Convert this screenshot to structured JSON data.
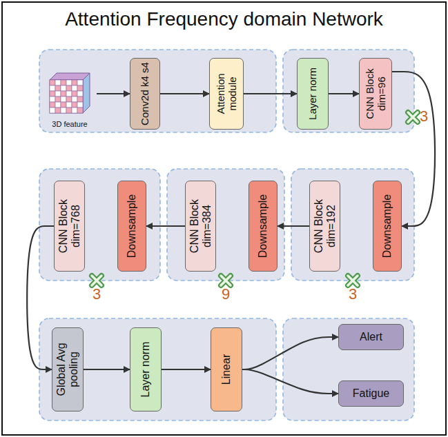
{
  "diagram": {
    "title": "Attention Frequency domain Network",
    "nodes": [
      {
        "text": [
          "3D feature"
        ]
      },
      {
        "text": [
          "Conv2d k4 s4"
        ]
      },
      {
        "text": [
          "Attention module"
        ]
      },
      {
        "text": [
          "Layer norm"
        ]
      },
      {
        "text": [
          "CNN Block dim=96"
        ]
      },
      {
        "text": [
          "Downsample"
        ]
      },
      {
        "text": [
          "CNN Block dim=192"
        ]
      },
      {
        "text": [
          "Downsample"
        ]
      },
      {
        "text": [
          "CNN Block dim=384"
        ]
      },
      {
        "text": [
          "Downsample"
        ]
      },
      {
        "text": [
          "CNN Block dim=768"
        ]
      },
      {
        "text": [
          "Global Avg pooling"
        ]
      },
      {
        "text": [
          "Layer norm"
        ]
      },
      {
        "text": [
          "Linear"
        ]
      },
      {
        "text": [
          "Alert"
        ]
      },
      {
        "text": [
          "Fatigue"
        ]
      }
    ],
    "edges": [
      {
        "from": 0,
        "to": 1,
        "arrow": "to"
      },
      {
        "from": 1,
        "to": 2,
        "arrow": "to"
      },
      {
        "from": 2,
        "to": 3,
        "arrow": "to"
      },
      {
        "from": 3,
        "to": 4,
        "arrow": "to"
      },
      {
        "from": 4,
        "to": 5,
        "arrow": "to"
      },
      {
        "from": 6,
        "to": 7,
        "arrow": "to"
      },
      {
        "from": 8,
        "to": 9,
        "arrow": "to"
      },
      {
        "from": 10,
        "to": 11,
        "arrow": "to"
      },
      {
        "from": 11,
        "to": 12,
        "arrow": "to"
      },
      {
        "from": 12,
        "to": 13,
        "arrow": "to"
      },
      {
        "from": 13,
        "to": 14,
        "arrow": "to"
      },
      {
        "from": 13,
        "to": 15,
        "arrow": "to"
      }
    ],
    "labels": [
      "3",
      "3",
      "9",
      "3"
    ]
  }
}
